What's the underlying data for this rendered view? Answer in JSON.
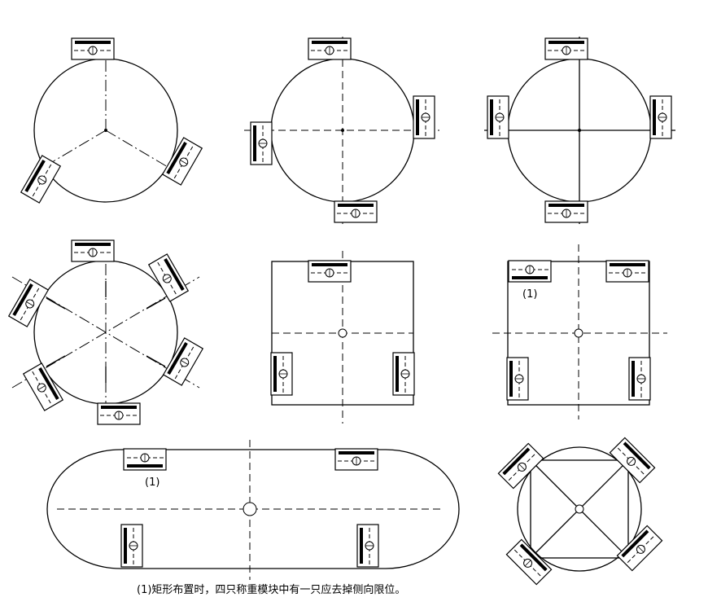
{
  "labels": {
    "rect_marker": "(1)",
    "oblong_marker": "(1)",
    "caption": "(1)矩形布置时，四只称重模块中有一只应去掉侧向限位。"
  }
}
